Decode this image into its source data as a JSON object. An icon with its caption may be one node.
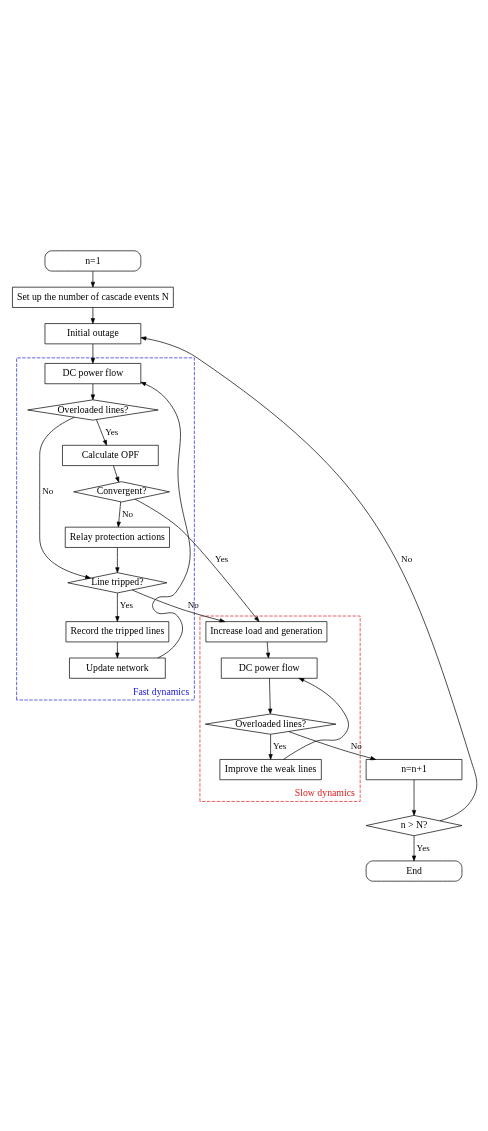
{
  "diagram": {
    "nodes": [
      {
        "text": [
          "n=1"
        ]
      },
      {
        "text": [
          "Set up the number of cascade events N"
        ]
      },
      {
        "text": [
          "Initial outage"
        ]
      },
      {
        "text": [
          "Fast dynamics"
        ]
      },
      {
        "text": [
          "DC power flow"
        ],
        "in": 3
      },
      {
        "text": [
          "Overloaded lines?"
        ],
        "in": 3
      },
      {
        "text": [
          "Calculate OPF"
        ],
        "in": 3
      },
      {
        "text": [
          "Convergent?"
        ],
        "in": 3
      },
      {
        "text": [
          "Relay protection actions"
        ],
        "in": 3
      },
      {
        "text": [
          "Line tripped?"
        ],
        "in": 3
      },
      {
        "text": [
          "Record the tripped lines"
        ],
        "in": 3
      },
      {
        "text": [
          "Update network"
        ],
        "in": 3
      },
      {
        "text": [
          "Slow dynamics"
        ]
      },
      {
        "text": [
          "Increase load and generation"
        ],
        "in": 12
      },
      {
        "text": [
          "DC power flow"
        ],
        "in": 12
      },
      {
        "text": [
          "Overloaded lines?"
        ],
        "in": 12
      },
      {
        "text": [
          "Improve the weak lines"
        ],
        "in": 12
      },
      {
        "text": [
          "n=n+1"
        ]
      },
      {
        "text": [
          "n > N?"
        ]
      },
      {
        "text": [
          "End"
        ]
      }
    ],
    "edges": [
      {
        "from": 0,
        "to": 1,
        "arrow": "to"
      },
      {
        "from": 1,
        "to": 2,
        "arrow": "to"
      },
      {
        "from": 2,
        "to": 4,
        "arrow": "to"
      },
      {
        "from": 4,
        "to": 5,
        "arrow": "to"
      },
      {
        "from": 5,
        "to": 6,
        "arrow": "to",
        "label": "Yes"
      },
      {
        "from": 5,
        "to": 9,
        "arrow": "to",
        "label": "No"
      },
      {
        "from": 6,
        "to": 7,
        "arrow": "to"
      },
      {
        "from": 7,
        "to": 8,
        "arrow": "to",
        "label": "No"
      },
      {
        "from": 7,
        "to": 13,
        "arrow": "to",
        "label": "Yes"
      },
      {
        "from": 8,
        "to": 9,
        "arrow": "to"
      },
      {
        "from": 9,
        "to": 13,
        "arrow": "to",
        "label": "No"
      },
      {
        "from": 9,
        "to": 10,
        "arrow": "to",
        "label": "Yes"
      },
      {
        "from": 10,
        "to": 11,
        "arrow": "to"
      },
      {
        "from": 11,
        "to": 4,
        "arrow": "to"
      },
      {
        "from": 13,
        "to": 14,
        "arrow": "to"
      },
      {
        "from": 14,
        "to": 15,
        "arrow": "to"
      },
      {
        "from": 15,
        "to": 16,
        "arrow": "to",
        "label": "Yes"
      },
      {
        "from": 16,
        "to": 14,
        "arrow": "to"
      },
      {
        "from": 15,
        "to": 17,
        "arrow": "to",
        "label": "No"
      },
      {
        "from": 17,
        "to": 18,
        "arrow": "to"
      },
      {
        "from": 18,
        "to": 2,
        "arrow": "to",
        "label": "No"
      },
      {
        "from": 18,
        "to": 19,
        "arrow": "to",
        "label": "Yes"
      }
    ]
  }
}
